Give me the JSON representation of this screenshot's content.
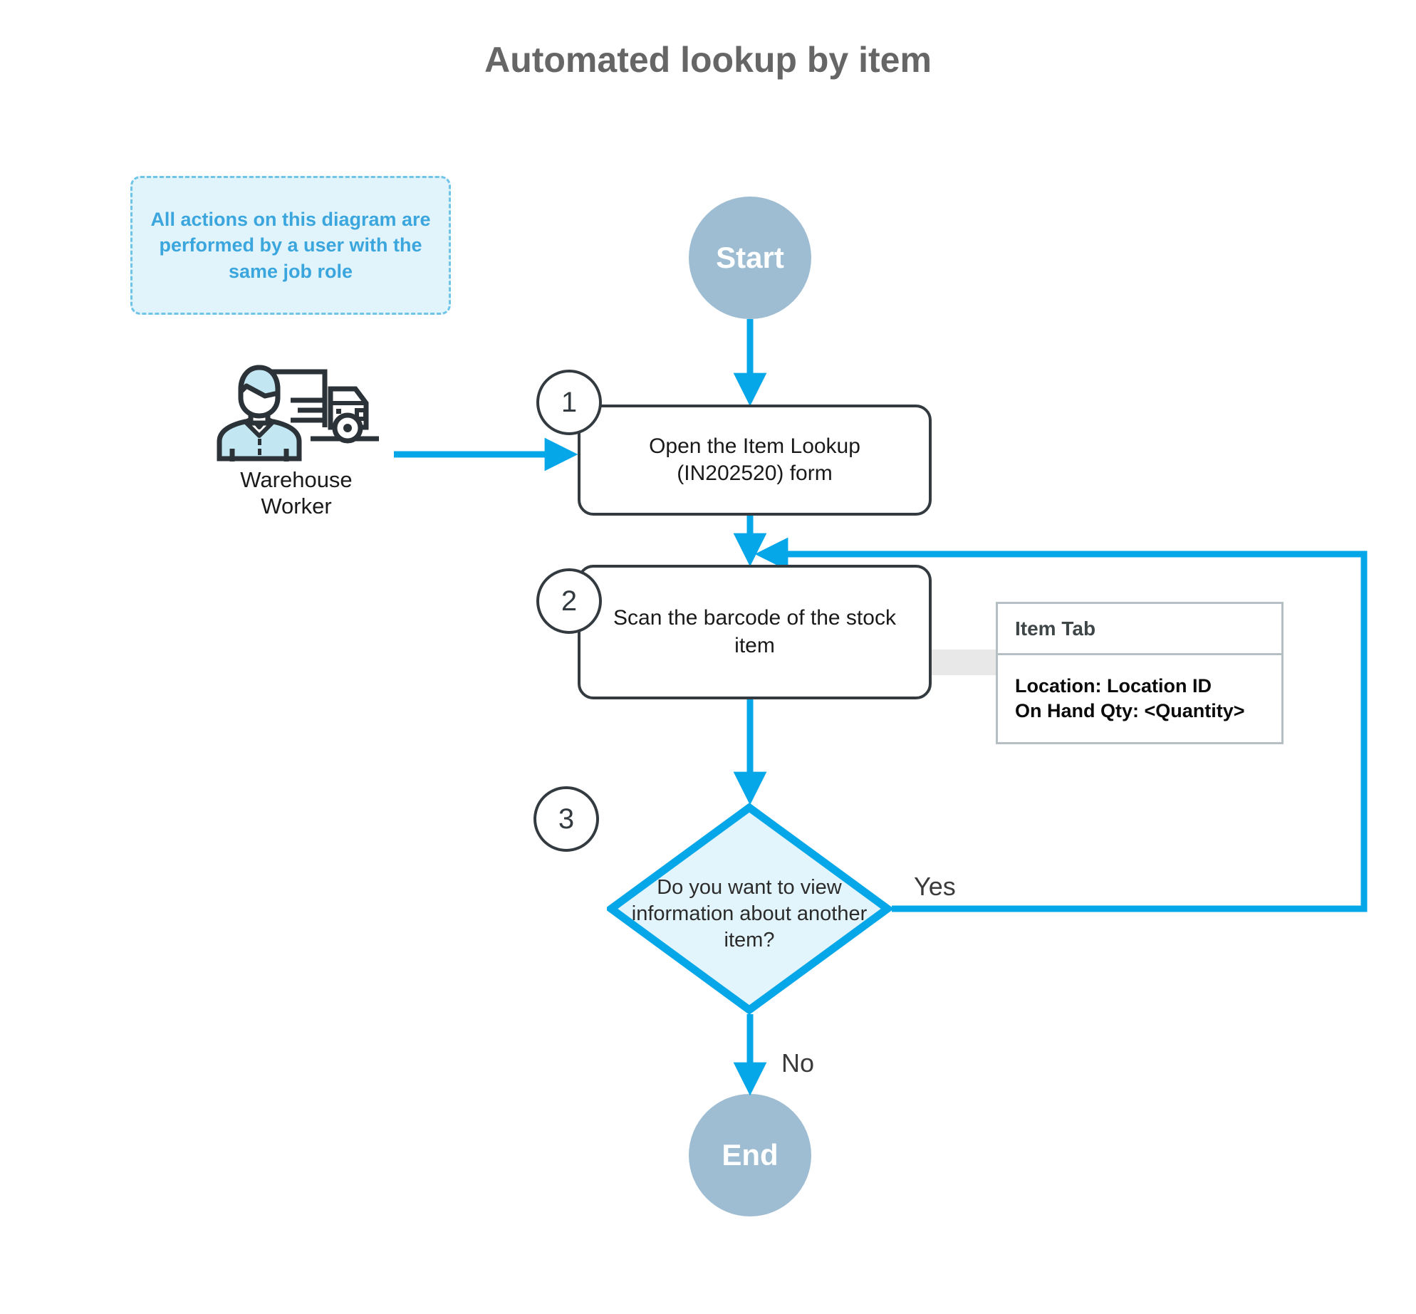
{
  "title": "Automated lookup by item",
  "note": {
    "text": "All actions on this diagram are performed by a user with the same job role"
  },
  "actor": {
    "name": "Warehouse Worker",
    "icon": "warehouse-worker-truck-icon"
  },
  "terminators": {
    "start": "Start",
    "end": "End"
  },
  "steps": [
    {
      "number": "1",
      "text": "Open the Item Lookup (IN202520) form"
    },
    {
      "number": "2",
      "text": "Scan the barcode of the stock item"
    },
    {
      "number": "3",
      "text": "Do you want to view information about another item?"
    }
  ],
  "decision": {
    "question": "Do you want to view information about another item?",
    "yes_label": "Yes",
    "no_label": "No"
  },
  "callout": {
    "header": "Item Tab",
    "line1": "Location: Location ID",
    "line2": "On Hand Qty: <Quantity>"
  },
  "colors": {
    "accent_blue": "#06a7e8",
    "note_blue": "#3aa6dd",
    "note_fill": "#e2f4fb",
    "terminator": "#9ebdd2",
    "box_stroke": "#333b40",
    "panel_stroke": "#b6bfc3",
    "title_gray": "#666666",
    "connector_gray": "#e8e8e8"
  }
}
